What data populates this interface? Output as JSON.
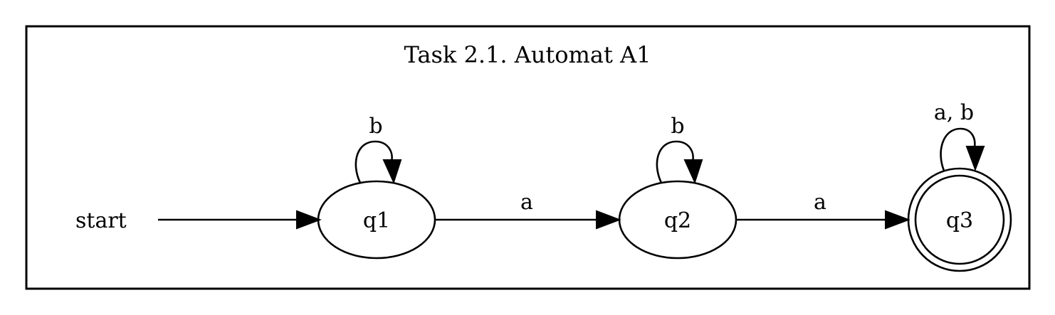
{
  "title": "Task 2.1. Automat A1",
  "start_label": "start",
  "states": {
    "q1": {
      "label": "q1",
      "accepting": false
    },
    "q2": {
      "label": "q2",
      "accepting": false
    },
    "q3": {
      "label": "q3",
      "accepting": true
    }
  },
  "transitions": {
    "q1_q1": {
      "from": "q1",
      "to": "q1",
      "label": "b"
    },
    "q1_q2": {
      "from": "q1",
      "to": "q2",
      "label": "a"
    },
    "q2_q2": {
      "from": "q2",
      "to": "q2",
      "label": "b"
    },
    "q2_q3": {
      "from": "q2",
      "to": "q3",
      "label": "a"
    },
    "q3_q3": {
      "from": "q3",
      "to": "q3",
      "label": "a, b"
    }
  },
  "initial_state": "q1",
  "colors": {
    "stroke": "#000000",
    "background": "#ffffff"
  }
}
